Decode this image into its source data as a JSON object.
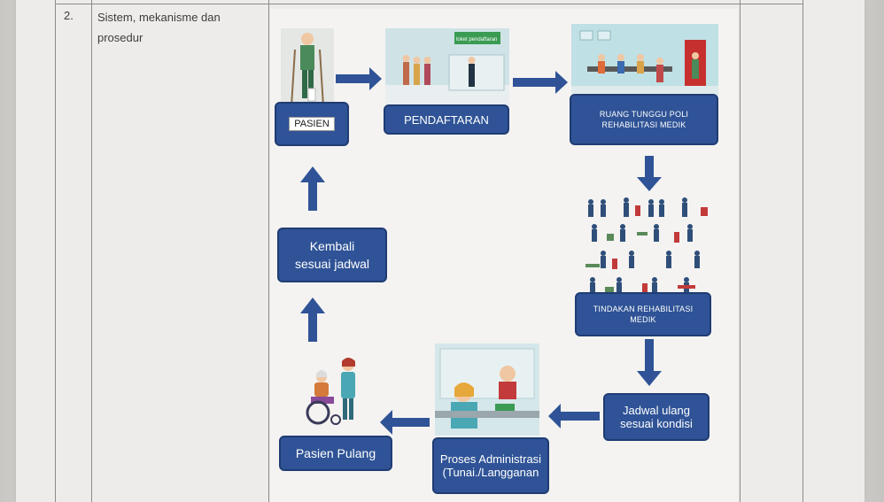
{
  "row": {
    "number": "2.",
    "label": "Sistem, mekanisme dan prosedur"
  },
  "diagram": {
    "nodes": {
      "pasien": "PASIEN",
      "pendaftaran": "PENDAFTARAN",
      "ruang_tunggu": "RUANG TUNGGU POLI REHABILITASI MEDIK",
      "tindakan": "TINDAKAN REHABILITASI MEDIK",
      "jadwal_ulang": "Jadwal ulang sesuai kondisi",
      "proses": "Proses Administrasi (Tunai./Langganan",
      "pasien_pulang": "Pasien Pulang",
      "kembali": "Kembali sesuai jadwal"
    },
    "signage_text": "loket pendaftaran",
    "colors": {
      "box": "#2f5396",
      "arrow": "#2f5396",
      "text_on_box": "#ffffff"
    }
  }
}
